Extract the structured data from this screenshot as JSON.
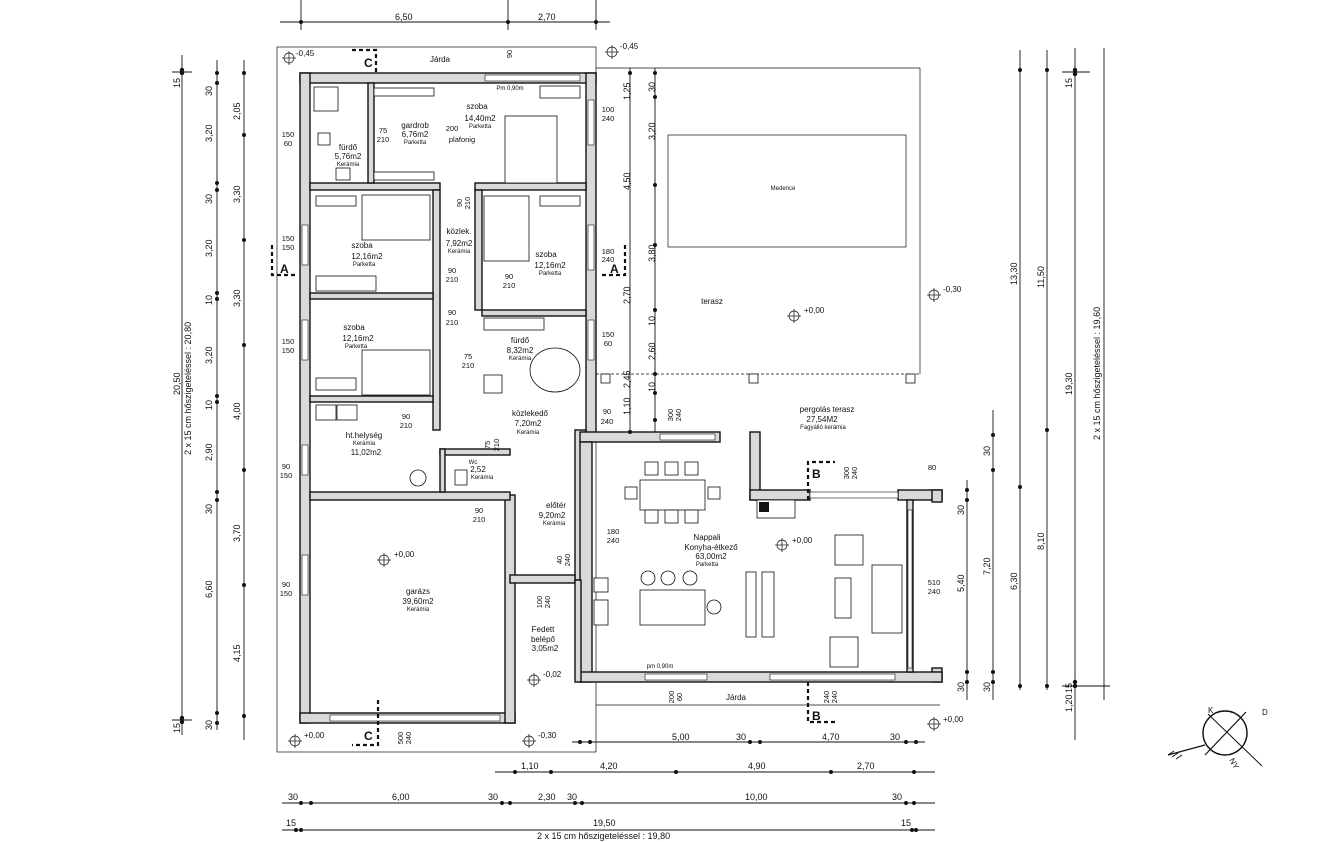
{
  "rooms": {
    "furdo1": {
      "name": "fürdő",
      "area": "5,76m2",
      "floor": "Kerámia"
    },
    "gardrob": {
      "name": "gardrob",
      "area": "6,76m2",
      "floor": "Parketta"
    },
    "szoba1": {
      "name": "szoba",
      "area": "14,40m2",
      "floor": "Parketta"
    },
    "szoba2": {
      "name": "szoba",
      "area": "12,16m2",
      "floor": "Parketta"
    },
    "kozlek": {
      "name": "közlek.",
      "area": "7,92m2",
      "floor": "Kerámia"
    },
    "szoba3": {
      "name": "szoba",
      "area": "12,16m2",
      "floor": "Parketta"
    },
    "szoba4": {
      "name": "szoba",
      "area": "12,16m2",
      "floor": "Parketta"
    },
    "furdo2": {
      "name": "fürdő",
      "area": "8,32m2",
      "floor": "Kerámia"
    },
    "kozlekedo": {
      "name": "közlekedő",
      "area": "7,20m2",
      "floor": "Kerámia"
    },
    "htelyseg": {
      "name": "ht.helység",
      "area": "11,02m2",
      "floor": "Kerámia"
    },
    "wc": {
      "name": "Wc",
      "area": "2,52",
      "floor": "Kerámia"
    },
    "eloter": {
      "name": "előtér",
      "area": "9,20m2",
      "floor": "Kerámia"
    },
    "garazs": {
      "name": "garázs",
      "area": "39,60m2",
      "floor": "Kerámia"
    },
    "fedett": {
      "name1": "Fedett",
      "name2": "belépő",
      "area": "3,05m2"
    },
    "nappali": {
      "name1": "Nappali",
      "name2": "Konyha-étkező",
      "area": "63,00m2",
      "floor": "Parketta"
    },
    "pergolas": {
      "name": "pergolás terasz",
      "area": "27,54M2",
      "floor": "Fagyálló kerámia"
    },
    "terasz": {
      "name": "terasz"
    },
    "medence": {
      "name": "Medence"
    }
  },
  "labels": {
    "jarda_top": "Járda",
    "jarda_bottom": "Járda",
    "platonig": "plafonig",
    "door200": "200",
    "pm": "Pm 0,90m",
    "pm2": "pm 0,90m",
    "left_total": "2 x 15 cm hőszigeteléssel : 20,80",
    "right_total": "2 x 15 cm hőszigeteléssel : 19,60",
    "bottom_total": "2 x 15 cm hőszigeteléssel : 19,80"
  },
  "sections": {
    "A": "A",
    "B": "B",
    "C": "C"
  },
  "levels": {
    "l1": "-0,45",
    "l2": "-0,45",
    "l3": "-0,30",
    "l4": "+0,00",
    "l5": "+0,00",
    "l6": "+0,00",
    "l7": "-0,02",
    "l8": "+0,00",
    "l9": "-0,30",
    "l10": "+0,00",
    "l11": "+0,00"
  },
  "doors": {
    "d1a": "75",
    "d1b": "210",
    "d2a": "100",
    "d2b": "240",
    "d3a": "150",
    "d3b": "60",
    "d4a": "90",
    "d4b": "210",
    "d5a": "150",
    "d5b": "150",
    "d6a": "180",
    "d6b": "240",
    "d7a": "90",
    "d7b": "210",
    "d8a": "90",
    "d8b": "210",
    "d9a": "90",
    "d9b": "210",
    "d10a": "150",
    "d10b": "150",
    "d11a": "150",
    "d11b": "60",
    "d12a": "75",
    "d12b": "210",
    "d13a": "90",
    "d13b": "240",
    "d14a": "90",
    "d14b": "210",
    "d15a": "90",
    "d15b": "150",
    "d16a": "75",
    "d16b": "210",
    "d17a": "300",
    "d17b": "240",
    "d18a": "90",
    "d18b": "210",
    "d19a": "180",
    "d19b": "240",
    "d20a": "40",
    "d20b": "240",
    "d21a": "90",
    "d21b": "150",
    "d22a": "100",
    "d22b": "240",
    "d23a": "300",
    "d23b": "240",
    "d24a": "80",
    "d25a": "510",
    "d25b": "240",
    "d26a": "200",
    "d26b": "60",
    "d27a": "240",
    "d27b": "240",
    "d28a": "500",
    "d28b": "240",
    "d29a": "90",
    "d29b": "210"
  },
  "dims_top": {
    "a": "6,50",
    "b": "2,70"
  },
  "dims_bottom": {
    "r1": {
      "a": "5,00",
      "b": "30",
      "c": "4,70",
      "d": "30"
    },
    "r2": {
      "a": "1,10",
      "b": "4,20",
      "c": "4,90",
      "d": "2,70"
    },
    "r3": {
      "a": "30",
      "b": "6,00",
      "c": "30",
      "d": "2,30",
      "e": "30",
      "f": "10,00",
      "g": "30"
    },
    "r4": {
      "a": "15",
      "b": "19,50",
      "c": "15"
    }
  },
  "dims_left": {
    "outer": "20,50",
    "col1": [
      "15",
      "30",
      "3,20",
      "30",
      "3,20",
      "10",
      "3,20",
      "10",
      "2,90",
      "30",
      "6,60",
      "30",
      "15"
    ],
    "col2": [
      "2,05",
      "3,30",
      "3,30",
      "4,00",
      "3,70",
      "4,15"
    ]
  },
  "dims_mid": [
    "1,25",
    "3,20",
    "4,50",
    "3,80",
    "2,70",
    "2,60",
    "2,45",
    "1,10",
    "30",
    "10",
    "10"
  ],
  "dims_right": {
    "a": "13,30",
    "b": "11,50",
    "c": "19,30",
    "d": "15",
    "e": "8,10",
    "f": "6,30",
    "g": "7,20",
    "h": "5,40",
    "i": "30",
    "j": "30",
    "k": "30",
    "l": "1,20",
    "m": "15"
  },
  "compass": {
    "e": "K",
    "w": "NY",
    "n": "D"
  }
}
